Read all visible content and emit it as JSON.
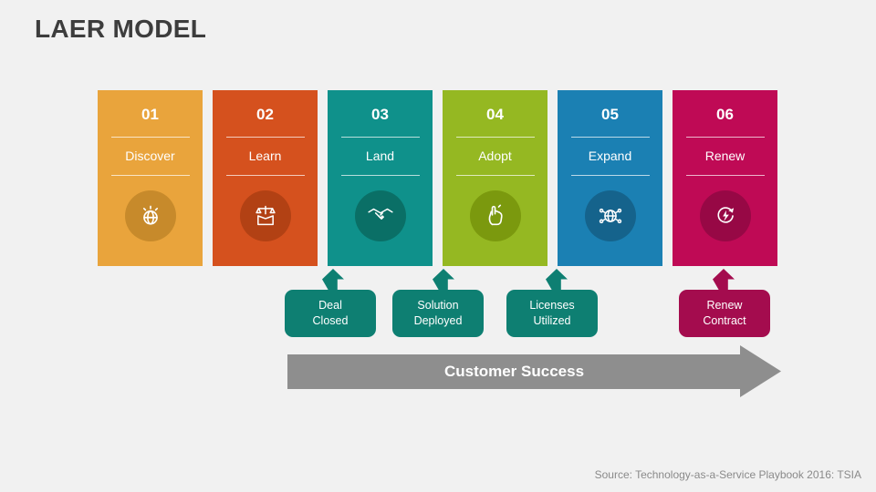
{
  "slide": {
    "title": "LAER MODEL",
    "source": "Source: Technology-as-a-Service Playbook 2016: TSIA",
    "background_color": "#F1F1F1"
  },
  "cards": [
    {
      "number": "01",
      "label": "Discover",
      "color": "#E9A43C",
      "circle_color": "#C78A2B",
      "icon": "discover-globe-eye-icon"
    },
    {
      "number": "02",
      "label": "Learn",
      "color": "#D5511E",
      "circle_color": "#B24114",
      "icon": "learn-scales-icon"
    },
    {
      "number": "03",
      "label": "Land",
      "color": "#0F918B",
      "circle_color": "#0A6F66",
      "icon": "handshake-icon"
    },
    {
      "number": "04",
      "label": "Adopt",
      "color": "#95B822",
      "circle_color": "#7B990E",
      "icon": "snap-hand-icon"
    },
    {
      "number": "05",
      "label": "Expand",
      "color": "#1B80B3",
      "circle_color": "#15638C",
      "icon": "network-globe-icon"
    },
    {
      "number": "06",
      "label": "Renew",
      "color": "#BF0A55",
      "circle_color": "#970845",
      "icon": "renew-bolt-icon"
    }
  ],
  "callouts": [
    {
      "line1": "Deal",
      "line2": "Closed",
      "color": "#0E7F72"
    },
    {
      "line1": "Solution",
      "line2": "Deployed",
      "color": "#0E7F72"
    },
    {
      "line1": "Licenses",
      "line2": "Utilized",
      "color": "#0E7F72"
    },
    {
      "line1": "Renew",
      "line2": "Contract",
      "color": "#A40C4E"
    }
  ],
  "banner": {
    "label": "Customer Success",
    "color": "#8E8E8E"
  }
}
